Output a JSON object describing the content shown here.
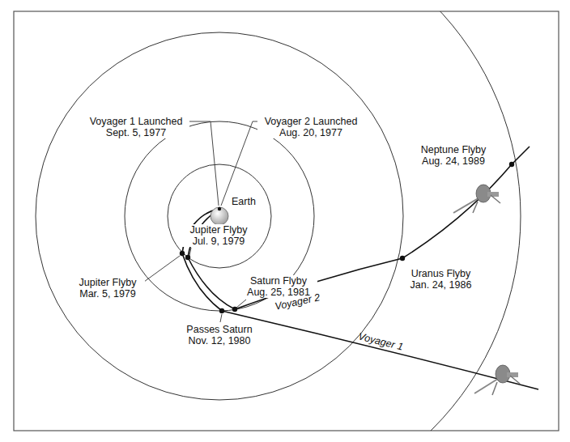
{
  "diagram": {
    "labels": [
      "Voyager 1 Launched Sept. 5, 1977",
      "Voyager 2 Launched Aug. 20, 1977",
      "Earth",
      "Jupiter Flyby Jul. 9, 1979",
      "Jupiter Flyby Mar. 5, 1979",
      "Saturn Flyby Aug. 25, 1981",
      "Passes Saturn Nov. 12, 1980",
      "Uranus Flyby Jan. 24, 1986",
      "Neptune Flyby Aug. 24, 1989",
      "Voyager 2",
      "Voyager 1"
    ]
  }
}
